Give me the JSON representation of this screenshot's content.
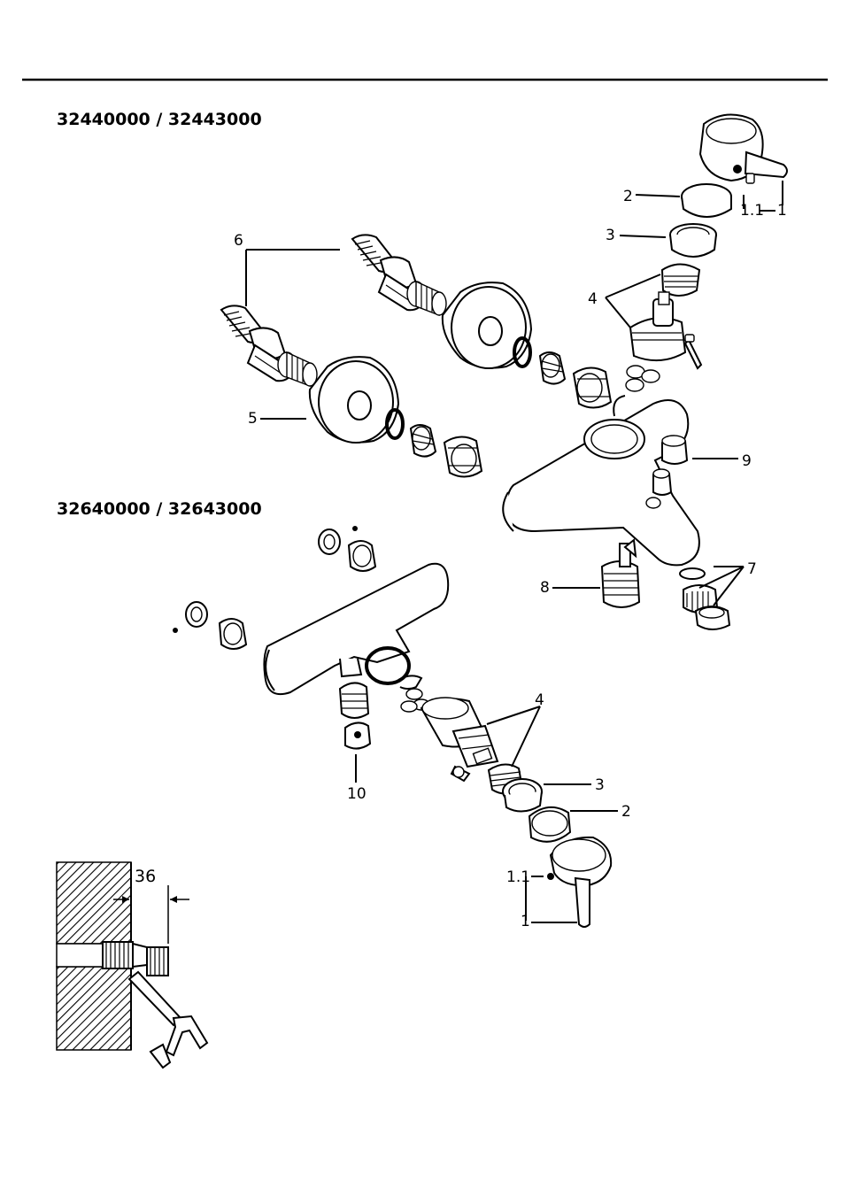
{
  "headings": {
    "top_model": "32440000 / 32443000",
    "bottom_model": "32640000 / 32643000"
  },
  "top_assembly": {
    "callouts": {
      "c1": "1",
      "c1_1": "1.1",
      "c2": "2",
      "c3": "3",
      "c4": "4",
      "c5": "5",
      "c6": "6",
      "c7": "7",
      "c8": "8",
      "c9": "9"
    }
  },
  "bottom_assembly": {
    "callouts": {
      "c1": "1",
      "c1_1": "1.1",
      "c2": "2",
      "c3": "3",
      "c4": "4",
      "c10": "10"
    }
  },
  "wall_detail": {
    "dimension": "36"
  }
}
